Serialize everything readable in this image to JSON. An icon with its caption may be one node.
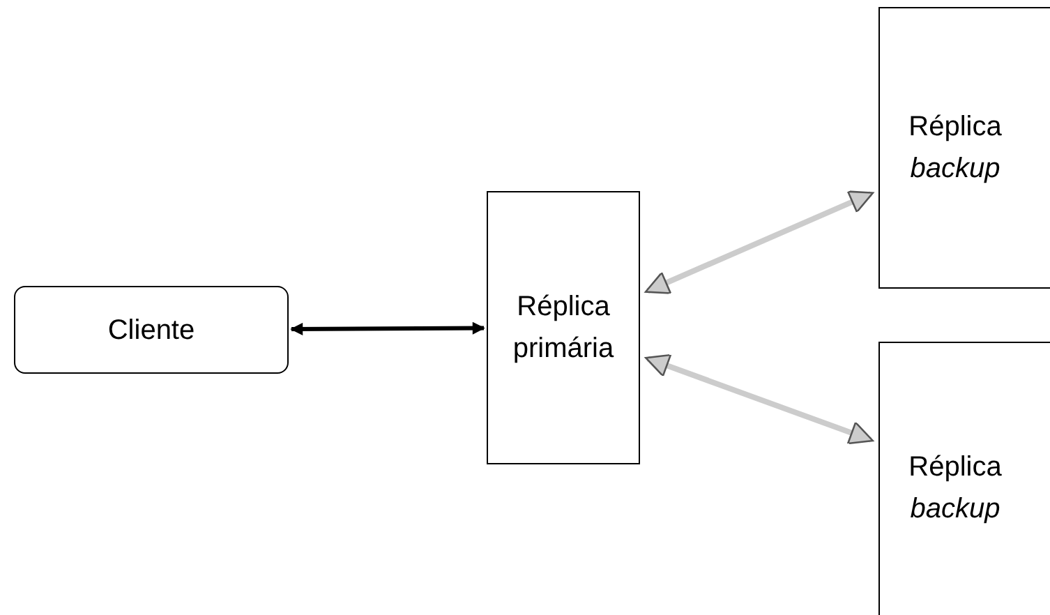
{
  "diagram": {
    "nodes": [
      {
        "text": [
          "Cliente"
        ]
      },
      {
        "text": [
          "Réplica primária"
        ]
      },
      {
        "text": [
          "Réplica *backup*"
        ]
      },
      {
        "text": [
          "Réplica *backup*"
        ]
      }
    ],
    "edges": [
      {
        "from": 0,
        "to": 1,
        "arrow": "both",
        "color": "#000000"
      },
      {
        "from": 1,
        "to": 2,
        "arrow": "both"
      },
      {
        "from": 1,
        "to": 3,
        "arrow": "both"
      }
    ]
  }
}
